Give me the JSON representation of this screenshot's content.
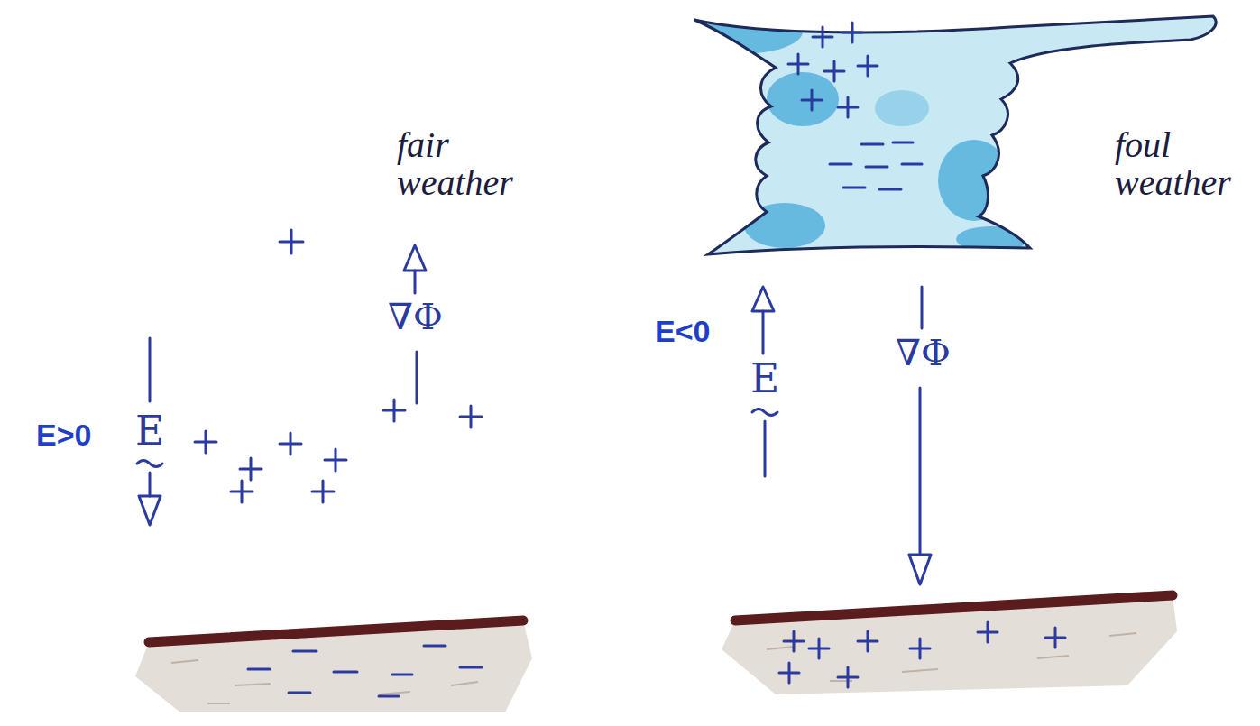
{
  "diagram": {
    "labels": [
      "fair weather",
      "foul weather",
      "E>0",
      "E",
      "∇Φ",
      "E<0",
      "E",
      "∇Φ"
    ]
  }
}
